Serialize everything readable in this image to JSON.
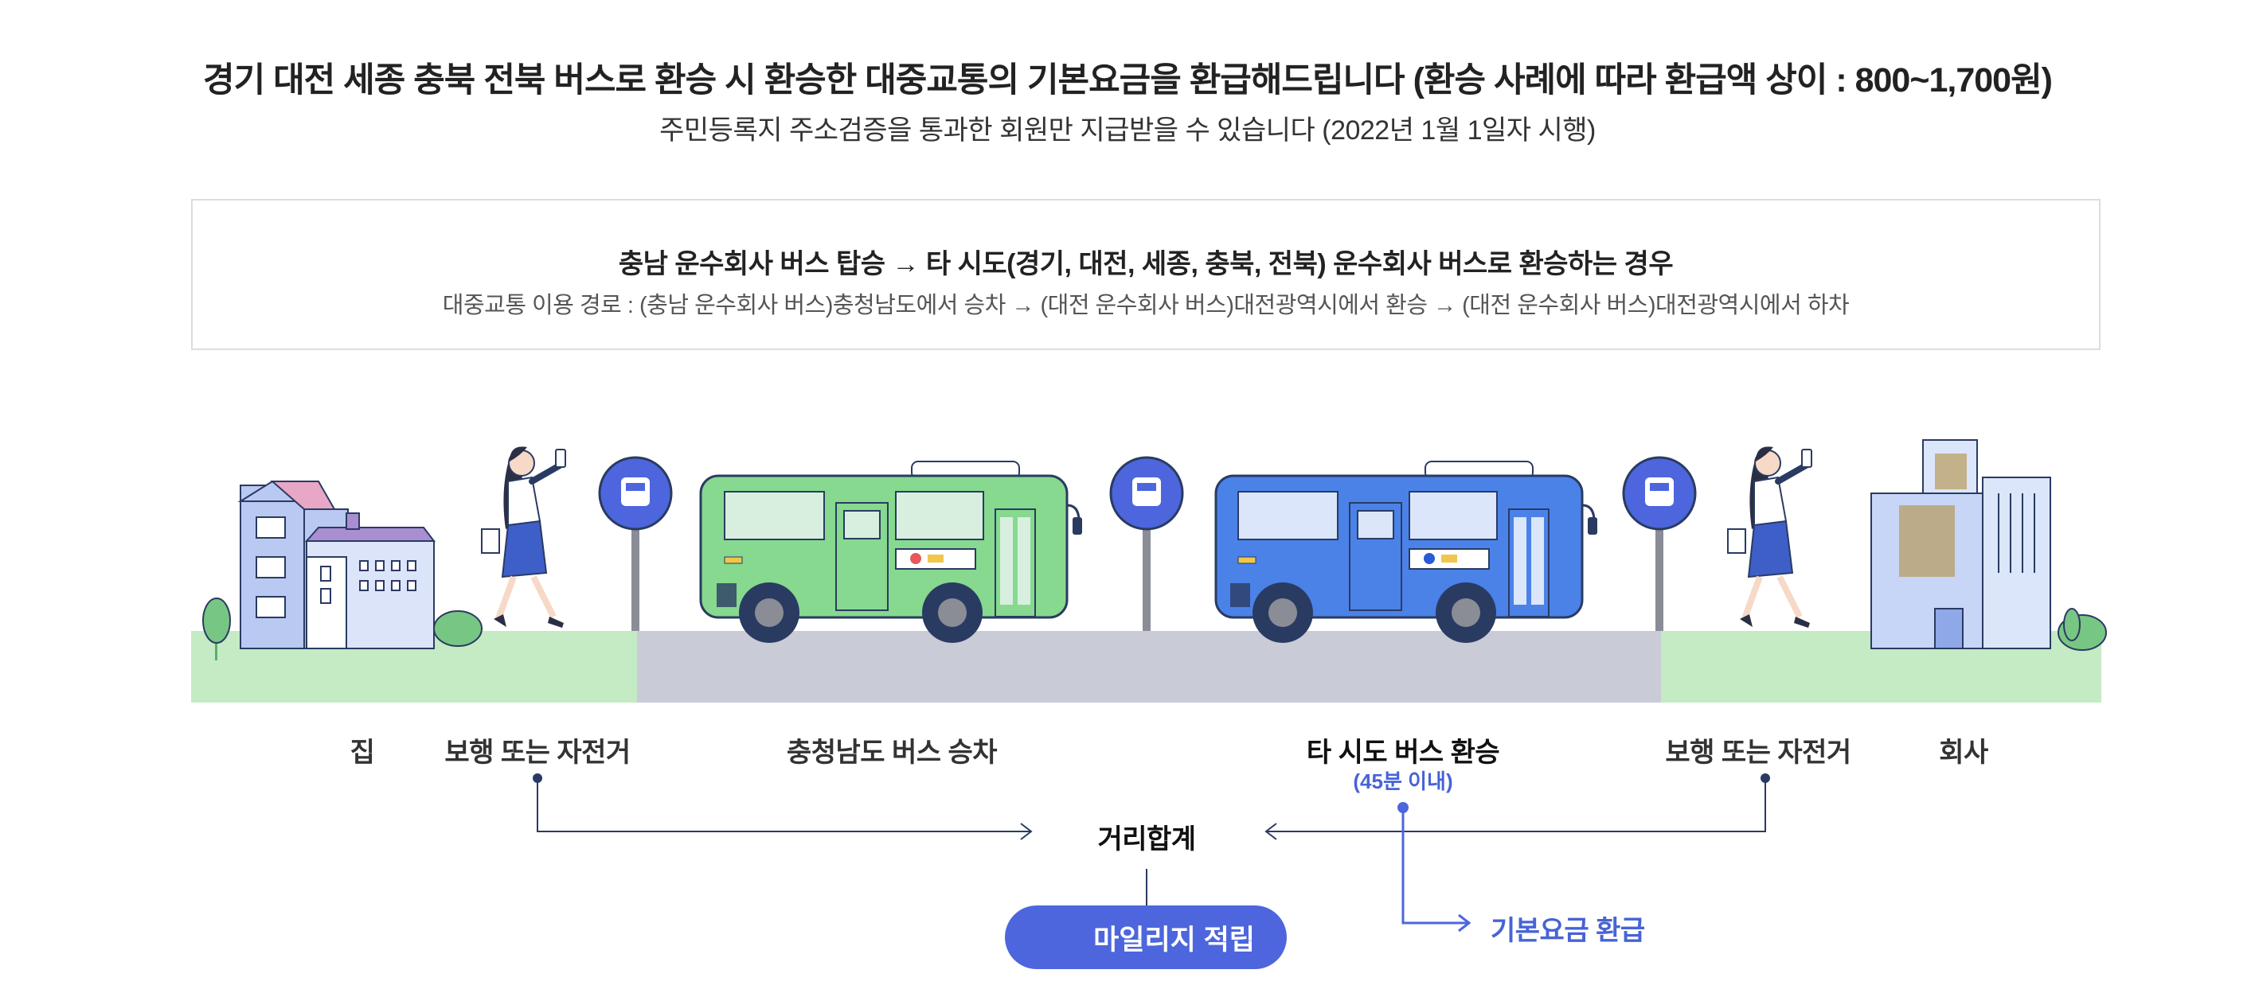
{
  "header": {
    "title": "경기 대전 세종 충북 전북 버스로 환승 시 환승한 대중교통의 기본요금을 환급해드립니다 (환승 사례에 따라 환급액 상이 : 800~1,700원)",
    "subtitle": "주민등록지 주소검증을 통과한 회원만 지급받을 수 있습니다 (2022년 1월 1일자 시행)"
  },
  "info_box": {
    "title": "충남 운수회사 버스 탑승 → 타 시도(경기, 대전, 세종, 충북, 전북) 운수회사 버스로 환승하는 경우",
    "description": "대중교통 이용 경로 : (충남 운수회사 버스)충청남도에서 승차 → (대전 운수회사 버스)대전광역시에서 환승 → (대전 운수회사 버스)대전광역시에서 하차"
  },
  "route_labels": {
    "home": "집",
    "walk_left": "보행 또는 자전거",
    "board": "충청남도 버스 승차",
    "transfer": "타 시도 버스 환승",
    "transfer_note": "(45분 이내)",
    "walk_right": "보행 또는 자전거",
    "office": "회사"
  },
  "flow": {
    "distance_total": "거리합계",
    "mileage": "마일리지 적립",
    "refund": "기본요금 환급"
  },
  "colors": {
    "accent_blue": "#4d66dd",
    "green_bus": "#86d98f",
    "blue_bus": "#4b82e8",
    "grass": "#c4ebc4",
    "road": "#c9cbd6"
  },
  "icons": [
    "house-icon",
    "woman-walking-icon",
    "bus-stop-icon",
    "green-bus-icon",
    "blue-bus-icon",
    "office-building-icon",
    "coins-icon",
    "tree-icon"
  ]
}
